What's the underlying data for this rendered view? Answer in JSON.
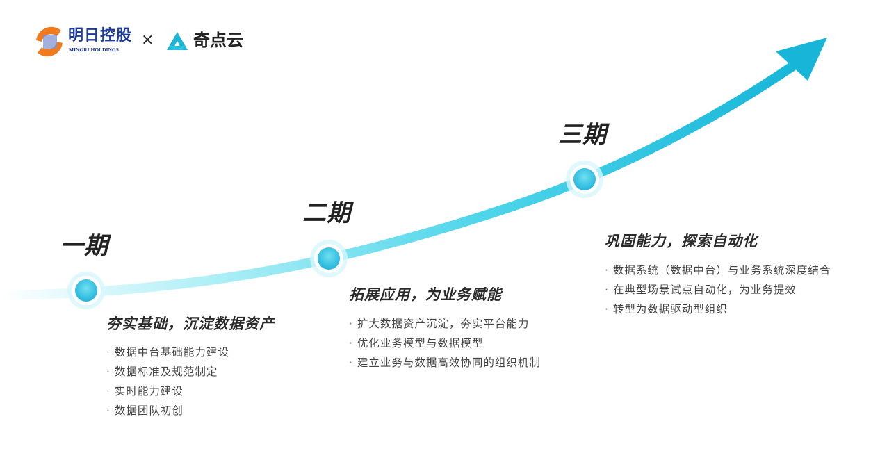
{
  "header": {
    "logo_left_name": "明日控股",
    "logo_left_sub": "MINGRI HOLDINGS",
    "separator": "×",
    "logo_right_name": "奇点云"
  },
  "phases": [
    {
      "label": "一期",
      "heading": "夯实基础，沉淀数据资产",
      "bullets": [
        "数据中台基础能力建设",
        "数据标准及规范制定",
        "实时能力建设",
        "数据团队初创"
      ]
    },
    {
      "label": "二期",
      "heading": "拓展应用，为业务赋能",
      "bullets": [
        "扩大数据资产沉淀，夯实平台能力",
        "优化业务模型与数据模型",
        "建立业务与数据高效协同的组织机制"
      ]
    },
    {
      "label": "三期",
      "heading": "巩固能力，探索自动化",
      "bullets": [
        "数据系统（数据中台）与业务系统深度结合",
        "在典型场景试点自动化，为业务提效",
        "转型为数据驱动型组织"
      ]
    }
  ],
  "colors": {
    "accent": "#1bbbdc",
    "light": "#a8eef6"
  }
}
